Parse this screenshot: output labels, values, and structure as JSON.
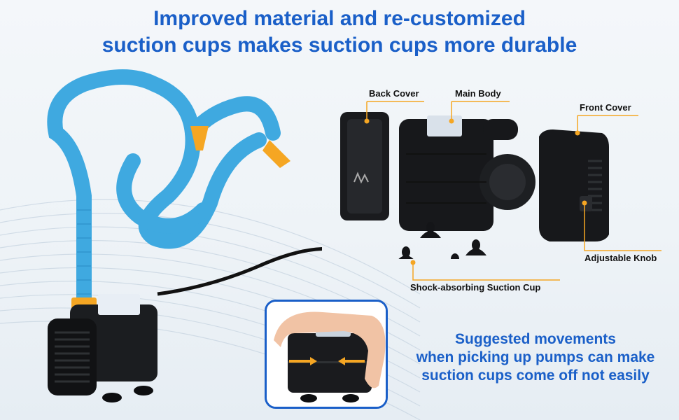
{
  "headline": {
    "line1": "Improved material and re-customized",
    "line2": "suction cups makes suction cups more durable"
  },
  "parts": {
    "back_cover": "Back Cover",
    "main_body": "Main Body",
    "front_cover": "Front Cover",
    "adjustable_knob": "Adjustable Knob",
    "suction_cup": "Shock-absorbing Suction Cup"
  },
  "suggestion": {
    "line1": "Suggested movements",
    "line2": "when picking  up pumps can make",
    "line3": "suction cups come off not easily"
  },
  "colors": {
    "headline": "#1a5fc8",
    "hose": "#3fa9e0",
    "nozzle": "#f5a623",
    "leader_line": "#f5a623",
    "inset_border": "#1a5fc8"
  }
}
